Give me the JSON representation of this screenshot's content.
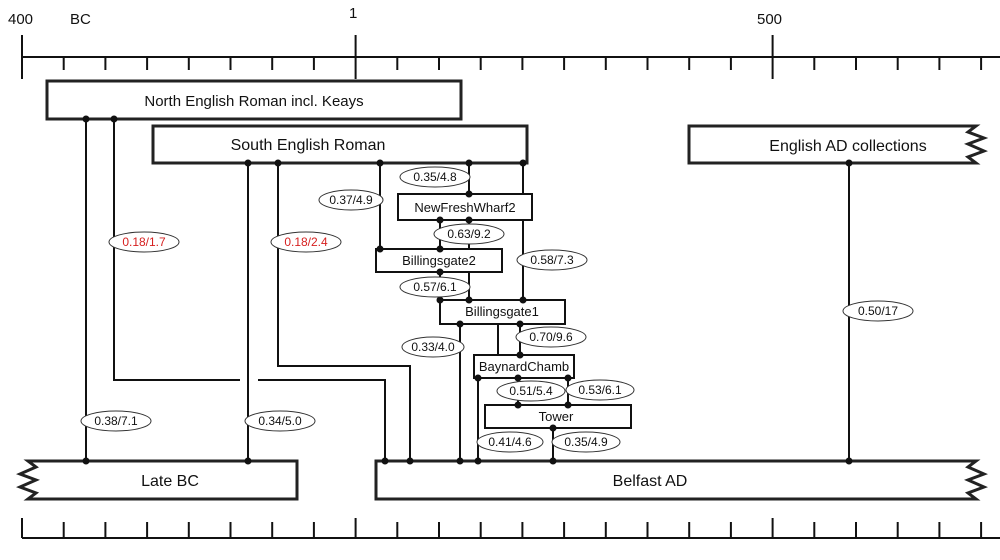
{
  "axis": {
    "labels": [
      "400",
      "BC",
      "1",
      "500"
    ]
  },
  "groups": {
    "north": "North English Roman incl. Keays",
    "south": "South English Roman",
    "english_ad": "English AD collections",
    "late_bc": "Late BC",
    "belfast_ad": "Belfast AD"
  },
  "nodes": {
    "newfreshwharf2": "NewFreshWharf2",
    "billingsgate2": "Billingsgate2",
    "billingsgate1": "Billingsgate1",
    "baynardchamb": "BaynardChamb",
    "tower": "Tower"
  },
  "edge_labels": {
    "e1": "0.35/4.8",
    "e2": "0.37/4.9",
    "e3": "0.63/9.2",
    "e4": "0.18/1.7",
    "e5": "0.18/2.4",
    "e6": "0.58/7.3",
    "e7": "0.57/6.1",
    "e8": "0.50/17",
    "e9": "0.70/9.6",
    "e10": "0.33/4.0",
    "e11": "0.51/5.4",
    "e12": "0.53/6.1",
    "e13": "0.38/7.1",
    "e14": "0.34/5.0",
    "e15": "0.41/4.6",
    "e16": "0.35/4.9"
  },
  "colors": {
    "highlight": "#d61f1f",
    "line": "#111111"
  }
}
